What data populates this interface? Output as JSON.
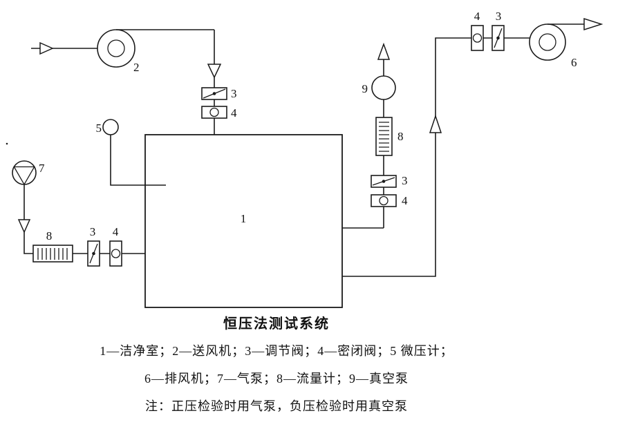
{
  "colors": {
    "ink": "#1a1a1a",
    "background": "#ffffff"
  },
  "diagram": {
    "labels": {
      "room": "1",
      "supply_fan": "2",
      "valve3_top": "3",
      "valve4_top": "4",
      "gauge": "5",
      "exhaust_fan": "6",
      "air_pump": "7",
      "flow_left": "8",
      "valve3_left": "3",
      "valve4_left": "4",
      "valve3_right": "3",
      "valve4_right": "4",
      "flow_right": "8",
      "vacuum_pump": "9",
      "valve4_topright": "4",
      "valve3_topright": "3"
    }
  },
  "caption": {
    "title": "恒压法测试系统",
    "legend_line1": "1—洁净室；2—送风机；3—调节阀；4—密闭阀；5 微压计；",
    "legend_line2": "6—排风机；7—气泵；8—流量计；9—真空泵",
    "note": "注：正压检验时用气泵，负压检验时用真空泵"
  }
}
